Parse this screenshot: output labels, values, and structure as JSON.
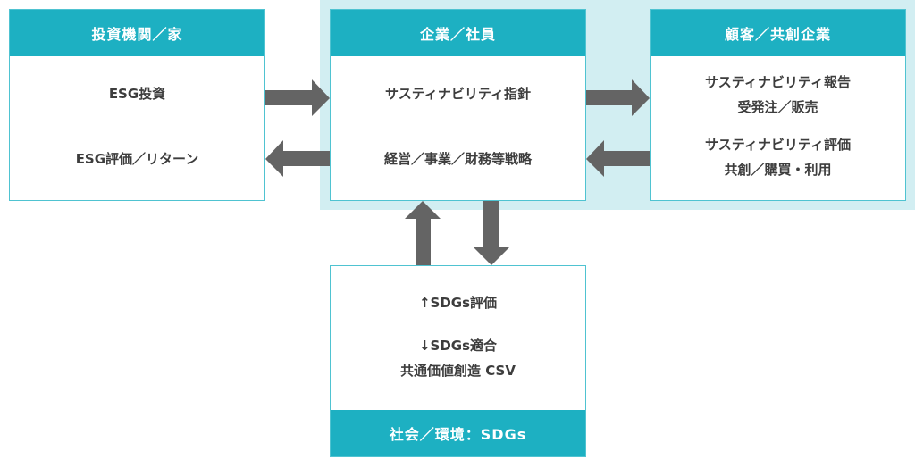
{
  "colors": {
    "header": "#1db0c2",
    "border": "#4fc3d1",
    "panel": "#d2eef2",
    "arrow": "#646464",
    "text": "#3d3d3d"
  },
  "investors": {
    "title": "投資機関／家",
    "lines": [
      "ESG投資",
      "ESG評価／リターン"
    ]
  },
  "company": {
    "title": "企業／社員",
    "lines": [
      "サスティナビリティ指針",
      "経営／事業／財務等戦略"
    ]
  },
  "customers": {
    "title": "顧客／共創企業",
    "lines": [
      "サスティナビリティ報告",
      "受発注／販売",
      "サスティナビリティ評価",
      "共創／購買・利用"
    ]
  },
  "society": {
    "title": "社会／環境：SDGs",
    "lines": [
      "↑SDGs評価",
      "↓SDGs適合",
      "共通価値創造 CSV"
    ]
  },
  "arrows": [
    {
      "name": "investors-to-company-arrow",
      "direction": "right"
    },
    {
      "name": "company-to-investors-arrow",
      "direction": "left"
    },
    {
      "name": "company-to-customers-arrow",
      "direction": "right"
    },
    {
      "name": "customers-to-company-arrow",
      "direction": "left"
    },
    {
      "name": "society-to-company-arrow",
      "direction": "up"
    },
    {
      "name": "company-to-society-arrow",
      "direction": "down"
    }
  ]
}
